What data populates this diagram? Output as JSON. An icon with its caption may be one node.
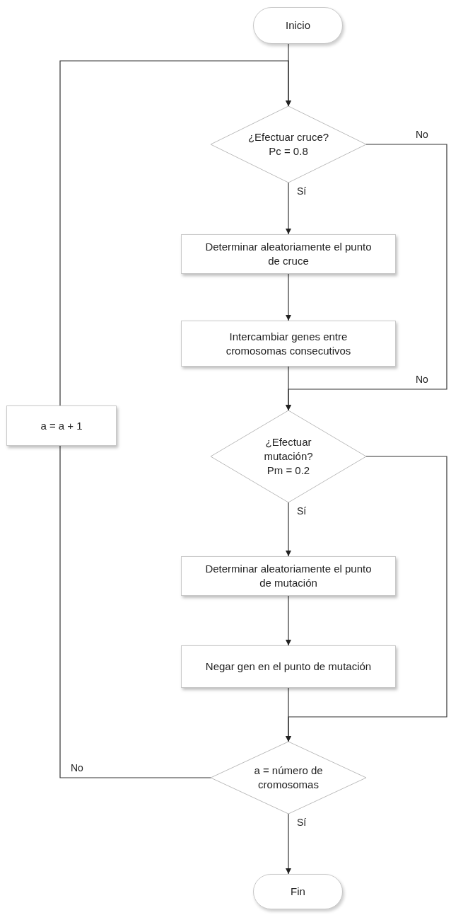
{
  "diagram": {
    "nodes": [
      {
        "text": [
          "Inicio"
        ]
      },
      {
        "text": [
          "¿Efectuar cruce? Pc = 0.8"
        ]
      },
      {
        "text": [
          "Determinar aleatoriamente el punto de cruce"
        ]
      },
      {
        "text": [
          "Intercambiar genes entre cromosomas consecutivos"
        ]
      },
      {
        "text": [
          "a = a + 1"
        ]
      },
      {
        "text": [
          "¿Efectuar mutación? Pm = 0.2"
        ]
      },
      {
        "text": [
          "Determinar aleatoriamente el punto de mutación"
        ]
      },
      {
        "text": [
          "Negar gen en el punto de mutación"
        ]
      },
      {
        "text": [
          "a = número de cromosomas"
        ]
      },
      {
        "text": [
          "Fin"
        ]
      }
    ],
    "edges": [
      {
        "from": 0,
        "to": 1,
        "arrow": "to"
      },
      {
        "from": 1,
        "to": 2,
        "arrow": "to",
        "label": "Sí"
      },
      {
        "from": 2,
        "to": 3,
        "arrow": "to"
      },
      {
        "from": 3,
        "to": 5,
        "arrow": "to"
      },
      {
        "from": 1,
        "to": 5,
        "arrow": "to",
        "label": "No"
      },
      {
        "from": 5,
        "to": 6,
        "arrow": "to",
        "label": "Sí"
      },
      {
        "from": 6,
        "to": 7,
        "arrow": "to"
      },
      {
        "from": 7,
        "to": 8,
        "arrow": "to"
      },
      {
        "from": 5,
        "to": 8,
        "arrow": "to"
      },
      {
        "from": 8,
        "to": 4,
        "arrow": "none",
        "label": "No"
      },
      {
        "from": 4,
        "to": 1,
        "arrow": "to"
      },
      {
        "from": 8,
        "to": 9,
        "arrow": "to",
        "label": "Sí"
      }
    ],
    "labels": [
      "No"
    ]
  }
}
